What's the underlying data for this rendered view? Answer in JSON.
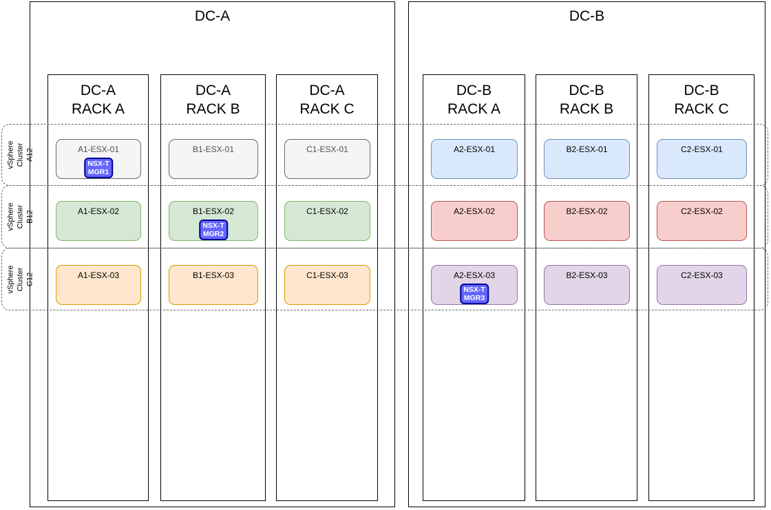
{
  "colors": {
    "gray": {
      "fill": "#f5f5f5",
      "stroke": "#666666",
      "text": "#4d4d4d"
    },
    "green": {
      "fill": "#d5e8d4",
      "stroke": "#82b366",
      "text": "#000000"
    },
    "orange": {
      "fill": "#ffe6cc",
      "stroke": "#d79b00",
      "text": "#000000"
    },
    "blue": {
      "fill": "#dae8fc",
      "stroke": "#6c8ebf",
      "text": "#000000"
    },
    "red": {
      "fill": "#f8cecc",
      "stroke": "#b85450",
      "text": "#000000"
    },
    "purple": {
      "fill": "#e1d5e7",
      "stroke": "#9673a6",
      "text": "#000000"
    },
    "badge": {
      "fill": "#6666ff",
      "stroke": "#000099",
      "text": "#ffffff"
    }
  },
  "clusters": [
    {
      "label": "vSphere\nCluster\nA12"
    },
    {
      "label": "vSphere\nCluster\nB12"
    },
    {
      "label": "vSphere\nCluster\nC12"
    }
  ],
  "dcA": {
    "title": "DC-A",
    "racks": [
      {
        "title": "DC-A\nRACK A",
        "hosts": [
          {
            "label": "A1-ESX-01",
            "badge": "NSX-T\nMGR1"
          },
          {
            "label": "A1-ESX-02"
          },
          {
            "label": "A1-ESX-03"
          }
        ]
      },
      {
        "title": "DC-A\nRACK B",
        "hosts": [
          {
            "label": "B1-ESX-01"
          },
          {
            "label": "B1-ESX-02",
            "badge": "NSX-T\nMGR2"
          },
          {
            "label": "B1-ESX-03"
          }
        ]
      },
      {
        "title": "DC-A\nRACK C",
        "hosts": [
          {
            "label": "C1-ESX-01"
          },
          {
            "label": "C1-ESX-02"
          },
          {
            "label": "C1-ESX-03"
          }
        ]
      }
    ]
  },
  "dcB": {
    "title": "DC-B",
    "racks": [
      {
        "title": "DC-B\nRACK A",
        "hosts": [
          {
            "label": "A2-ESX-01"
          },
          {
            "label": "A2-ESX-02"
          },
          {
            "label": "A2-ESX-03",
            "badge": "NSX-T\nMGR3"
          }
        ]
      },
      {
        "title": "DC-B\nRACK B",
        "hosts": [
          {
            "label": "B2-ESX-01"
          },
          {
            "label": "B2-ESX-02"
          },
          {
            "label": "B2-ESX-03"
          }
        ]
      },
      {
        "title": "DC-B\nRACK C",
        "hosts": [
          {
            "label": "C2-ESX-01"
          },
          {
            "label": "C2-ESX-02"
          },
          {
            "label": "C2-ESX-03"
          }
        ]
      }
    ]
  }
}
